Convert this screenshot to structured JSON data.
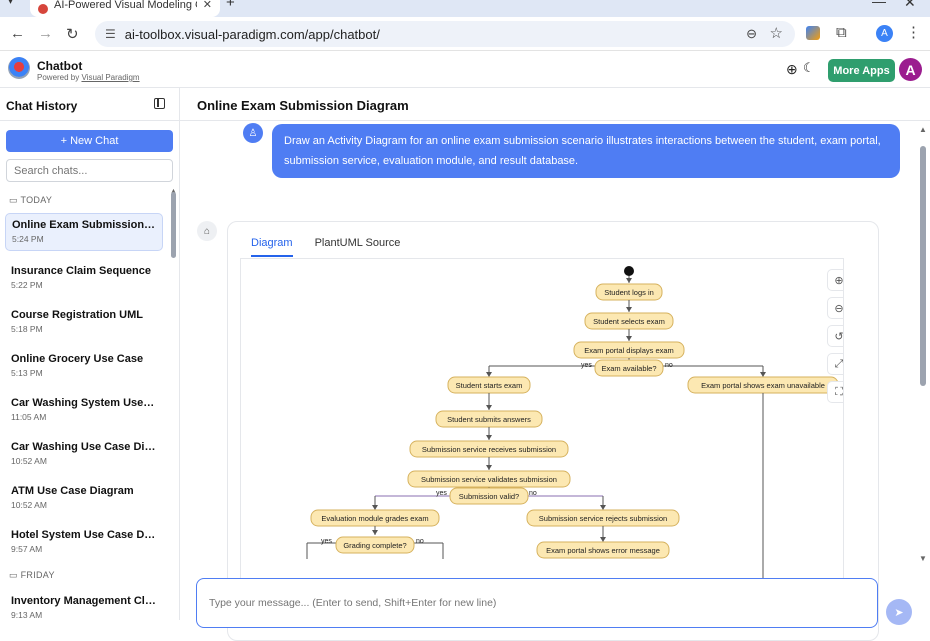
{
  "browser": {
    "tab_title": "AI-Powered Visual Modeling Ch",
    "tab_close": "✕",
    "new_tab": "+",
    "url": "ai-toolbox.visual-paradigm.com/app/chatbot/",
    "profile_initial": "A"
  },
  "app": {
    "name": "Chatbot",
    "powered_prefix": "Powered by ",
    "powered_link": "Visual Paradigm",
    "more_apps": "More Apps",
    "avatar_initial": "A"
  },
  "sidebar": {
    "title": "Chat History",
    "new_chat": "+ New Chat",
    "search_placeholder": "Search chats...",
    "groups": [
      {
        "label": "TODAY"
      },
      {
        "label": "FRIDAY"
      }
    ],
    "chats": [
      {
        "title": "Online Exam Submission Dia...",
        "time": "5:24 PM",
        "active": true
      },
      {
        "title": "Insurance Claim Sequence",
        "time": "5:22 PM"
      },
      {
        "title": "Course Registration UML",
        "time": "5:18 PM"
      },
      {
        "title": "Online Grocery Use Case",
        "time": "5:13 PM"
      },
      {
        "title": "Car Washing System Use Case",
        "time": "11:05 AM"
      },
      {
        "title": "Car Washing Use Case Diagr...",
        "time": "10:52 AM"
      },
      {
        "title": "ATM Use Case Diagram",
        "time": "10:52 AM"
      },
      {
        "title": "Hotel System Use Case Diagr...",
        "time": "9:57 AM"
      },
      {
        "title": "Inventory Management Clas...",
        "time": "9:13 AM"
      }
    ]
  },
  "main": {
    "title": "Online Exam Submission Diagram",
    "user_message": "Draw an Activity Diagram for an online exam submission scenario illustrates interactions between the student, exam portal, submission service, evaluation module, and result database.",
    "tabs": [
      "Diagram",
      "PlantUML Source"
    ],
    "input_placeholder": "Type your message... (Enter to send, Shift+Enter for new line)"
  },
  "diagram": {
    "nodes": [
      "Student logs in",
      "Student selects exam",
      "Exam portal displays exam",
      "Exam available?",
      "Student starts exam",
      "Exam portal shows exam unavailable",
      "Student submits answers",
      "Submission service receives submission",
      "Submission service validates submission",
      "Submission valid?",
      "Evaluation module grades exam",
      "Submission service rejects submission",
      "Grading complete?",
      "Exam portal shows error message"
    ],
    "branch_labels": {
      "yes": "yes",
      "no": "no"
    }
  },
  "colors": {
    "accent": "#4f7df3",
    "node_fill": "#fce8b2",
    "node_stroke": "#d6b25e",
    "more_apps": "#2f9e6e",
    "avatar": "#9b1d8f"
  }
}
